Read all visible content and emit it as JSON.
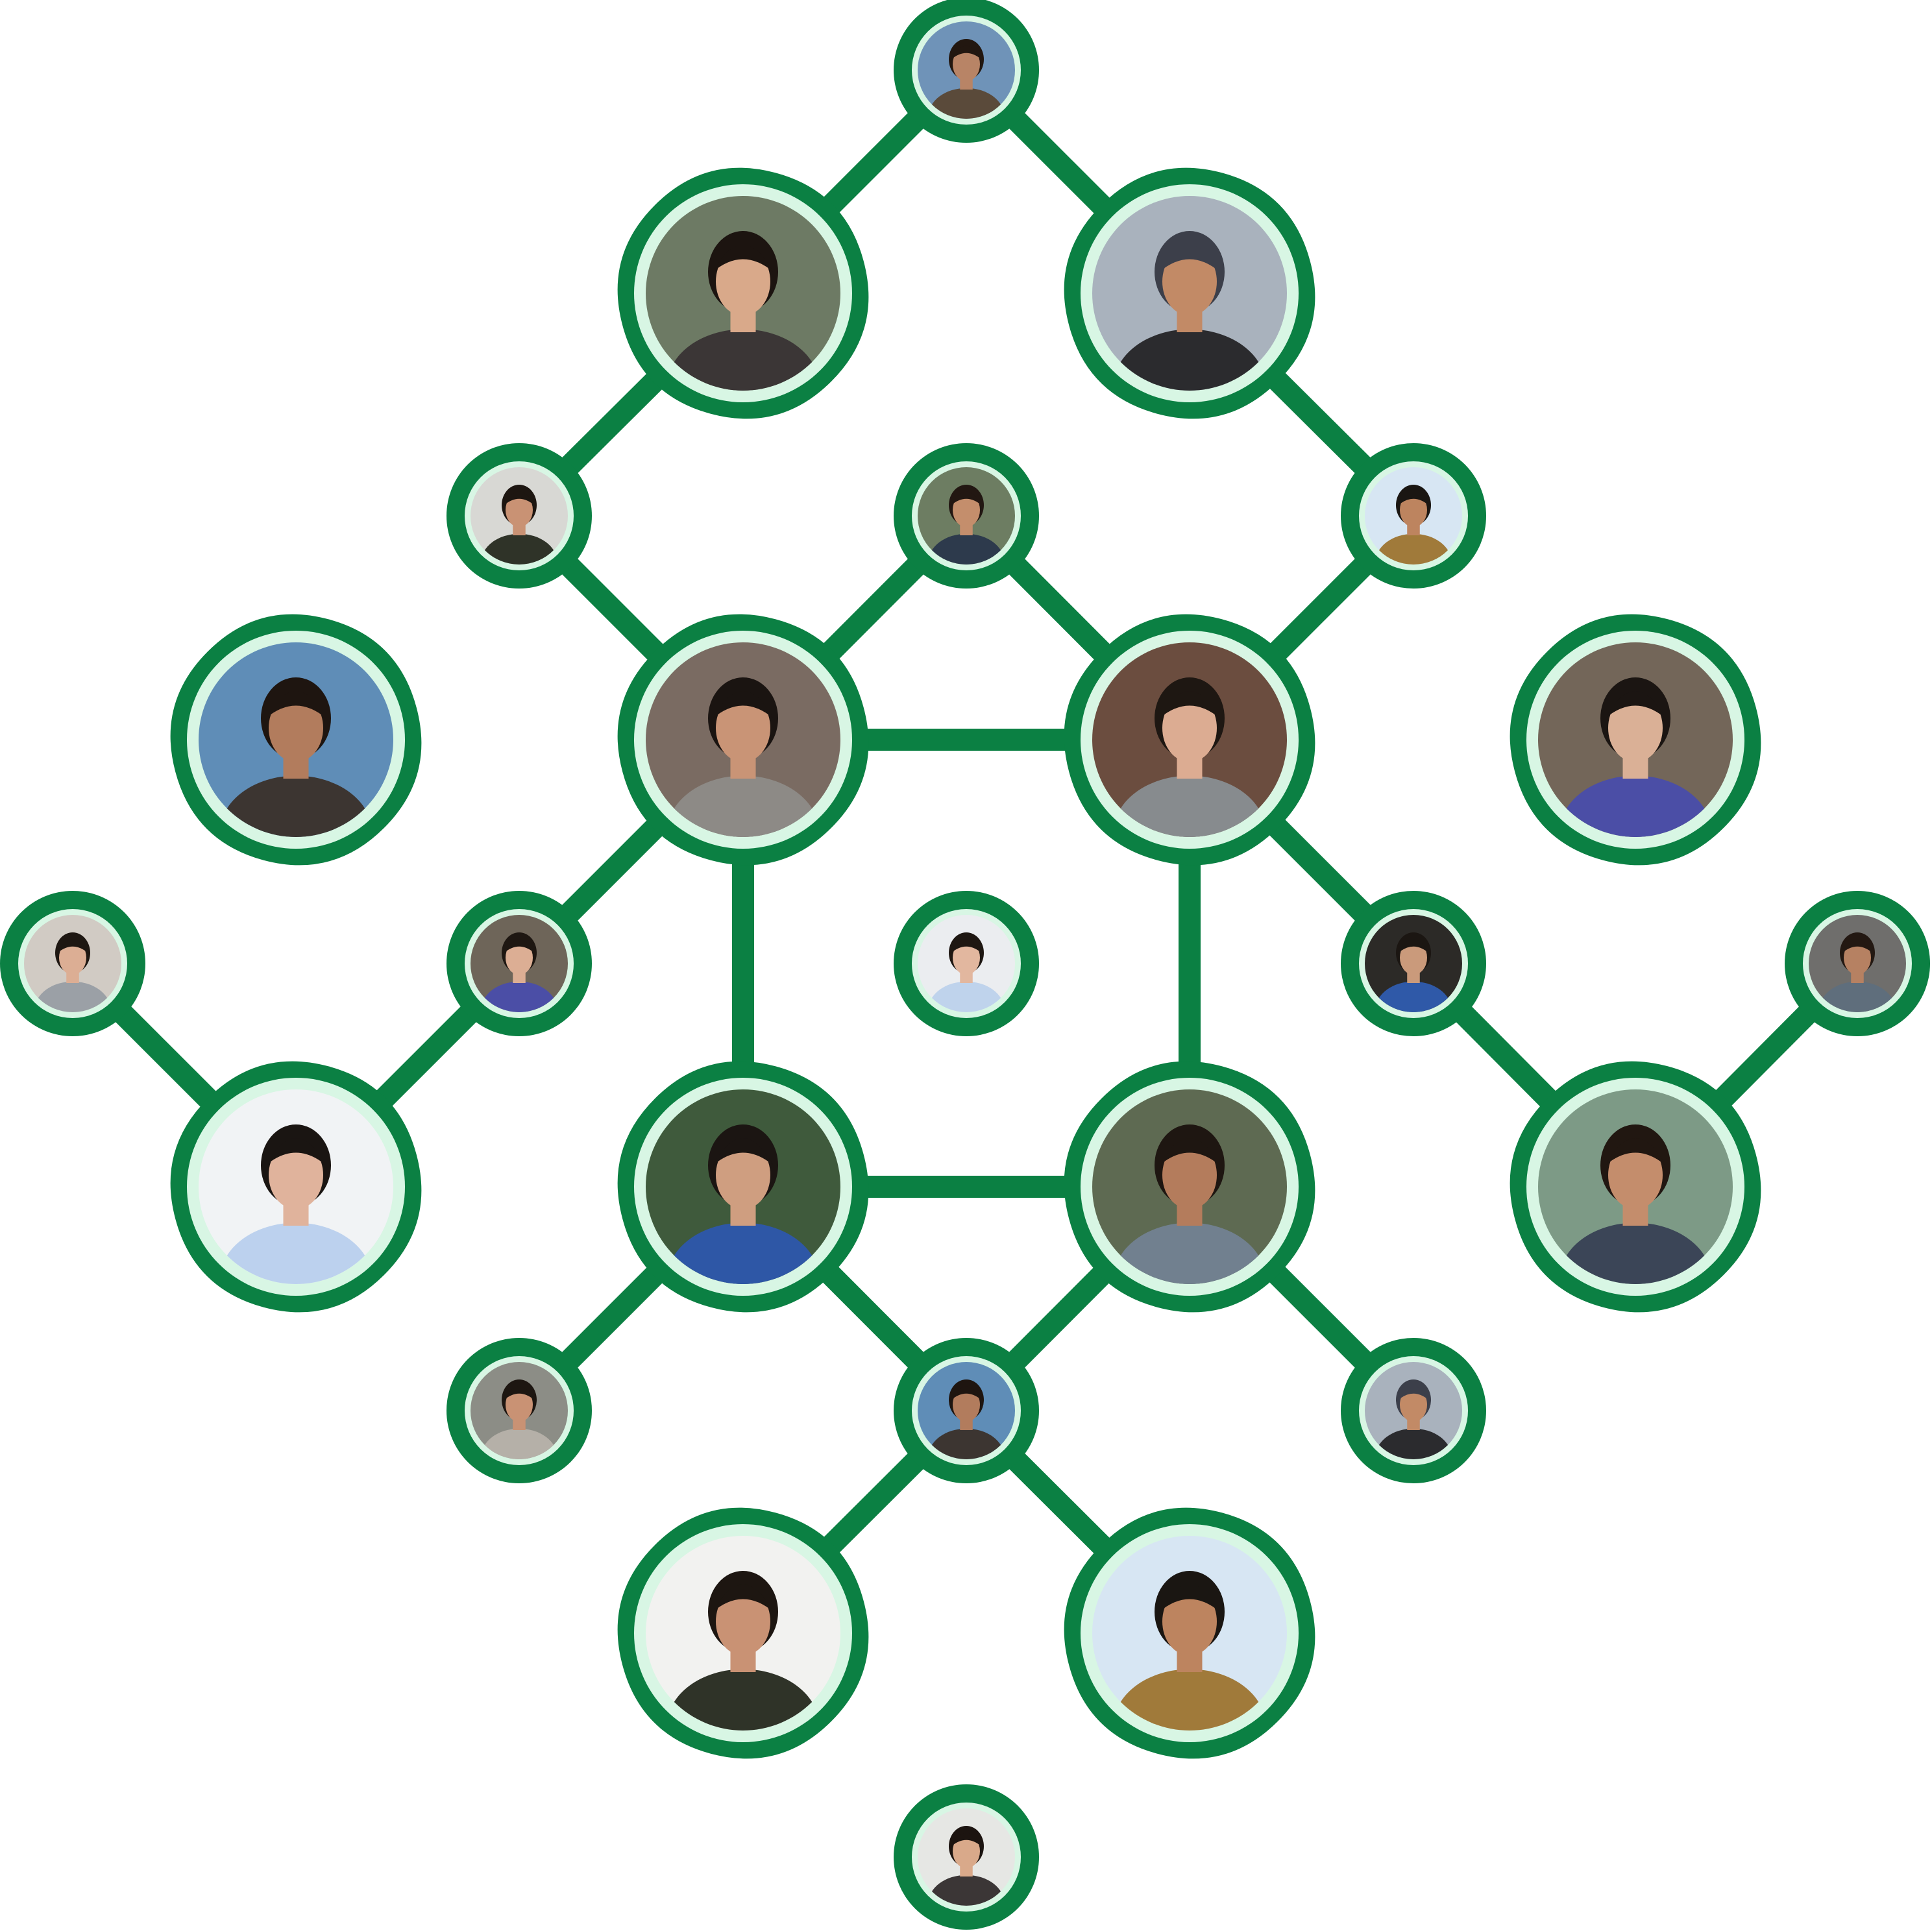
{
  "diagram": {
    "kind": "team-network",
    "background_color": "#ffffff",
    "link_color": "#0b8043",
    "node_frame_color": "#0b8043",
    "photo_ring_color": "#d8f6e4",
    "icon": "person-photo-placeholder",
    "nodes": [
      {
        "id": "n01",
        "size": "small",
        "skin": "#b88466",
        "hair": "#221710",
        "shirt": "#5a4a3a",
        "bg": "#6f93b8"
      },
      {
        "id": "n02",
        "size": "large",
        "skin": "#d9a98a",
        "hair": "#1c1410",
        "shirt": "#3b3636",
        "bg": "#6d7a64"
      },
      {
        "id": "n03",
        "size": "large",
        "skin": "#c28a66",
        "hair": "#3c3f4a",
        "shirt": "#2b2b2e",
        "bg": "#a9b2bd"
      },
      {
        "id": "n04",
        "size": "small",
        "skin": "#c99274",
        "hair": "#1d1611",
        "shirt": "#2f3328",
        "bg": "#d8d8d4"
      },
      {
        "id": "n05",
        "size": "small",
        "skin": "#c48e6c",
        "hair": "#221712",
        "shirt": "#2d3a4c",
        "bg": "#6d7d62"
      },
      {
        "id": "n06",
        "size": "small",
        "skin": "#bd845f",
        "hair": "#1a1612",
        "shirt": "#a07a3a",
        "bg": "#d7e6f3"
      },
      {
        "id": "n07",
        "size": "large",
        "skin": "#b27c5d",
        "hair": "#1e1510",
        "shirt": "#3c3531",
        "bg": "#5f8db7"
      },
      {
        "id": "n08",
        "size": "large",
        "skin": "#c99476",
        "hair": "#1a1411",
        "shirt": "#8d8a86",
        "bg": "#7a6b62"
      },
      {
        "id": "n09",
        "size": "large",
        "skin": "#dcac92",
        "hair": "#1e1712",
        "shirt": "#878b8e",
        "bg": "#6b4d3f"
      },
      {
        "id": "n10",
        "size": "large",
        "skin": "#dab096",
        "hair": "#1b1512",
        "shirt": "#4b4ea6",
        "bg": "#736659"
      },
      {
        "id": "n11",
        "size": "small",
        "skin": "#dcae94",
        "hair": "#1e1712",
        "shirt": "#9ba0a6",
        "bg": "#d1cbc4"
      },
      {
        "id": "n12",
        "size": "small",
        "skin": "#dcae94",
        "hair": "#1e1712",
        "shirt": "#4b4ea6",
        "bg": "#6e6559"
      },
      {
        "id": "n13",
        "size": "small",
        "skin": "#e2b79f",
        "hair": "#1e1712",
        "shirt": "#bfd3ec",
        "bg": "#ebedf0"
      },
      {
        "id": "n14",
        "size": "small",
        "skin": "#ca9a7b",
        "hair": "#1b1612",
        "shirt": "#2f59a8",
        "bg": "#2c2a27"
      },
      {
        "id": "n15",
        "size": "small",
        "skin": "#b68162",
        "hair": "#231812",
        "shirt": "#5f6e7c",
        "bg": "#6f6e6c"
      },
      {
        "id": "n16",
        "size": "large",
        "skin": "#e0b39c",
        "hair": "#1a1512",
        "shirt": "#bcd1ee",
        "bg": "#f1f3f5"
      },
      {
        "id": "n17",
        "size": "large",
        "skin": "#cf9e80",
        "hair": "#1b1512",
        "shirt": "#2e57a6",
        "bg": "#3f5a3c"
      },
      {
        "id": "n18",
        "size": "large",
        "skin": "#b47c5c",
        "hair": "#1e1611",
        "shirt": "#71808f",
        "bg": "#5e6a52"
      },
      {
        "id": "n19",
        "size": "large",
        "skin": "#c48d6c",
        "hair": "#211711",
        "shirt": "#3b4557",
        "bg": "#7d9a86"
      },
      {
        "id": "n20",
        "size": "small",
        "skin": "#c99274",
        "hair": "#1d1611",
        "shirt": "#b5b0a8",
        "bg": "#8c8d86"
      },
      {
        "id": "n21",
        "size": "small",
        "skin": "#b27c5d",
        "hair": "#1e1510",
        "shirt": "#3c3531",
        "bg": "#5f8db7"
      },
      {
        "id": "n22",
        "size": "small",
        "skin": "#c28a66",
        "hair": "#3c3f4a",
        "shirt": "#2b2b2e",
        "bg": "#a9b2bd"
      },
      {
        "id": "n23",
        "size": "large",
        "skin": "#c99274",
        "hair": "#1d1611",
        "shirt": "#2f3328",
        "bg": "#f2f2f0"
      },
      {
        "id": "n24",
        "size": "large",
        "skin": "#bd845f",
        "hair": "#1a1612",
        "shirt": "#a07a3a",
        "bg": "#d7e6f3"
      },
      {
        "id": "n25",
        "size": "small",
        "skin": "#d9a98a",
        "hair": "#1c1410",
        "shirt": "#3b3636",
        "bg": "#e6e7e4"
      }
    ],
    "links": [
      [
        "n01",
        "n02"
      ],
      [
        "n01",
        "n03"
      ],
      [
        "n02",
        "n04"
      ],
      [
        "n03",
        "n06"
      ],
      [
        "n04",
        "n08"
      ],
      [
        "n05",
        "n08"
      ],
      [
        "n05",
        "n09"
      ],
      [
        "n06",
        "n09"
      ],
      [
        "n08",
        "n09"
      ],
      [
        "n08",
        "n17"
      ],
      [
        "n09",
        "n18"
      ],
      [
        "n17",
        "n18"
      ],
      [
        "n08",
        "n12"
      ],
      [
        "n12",
        "n16"
      ],
      [
        "n11",
        "n16"
      ],
      [
        "n09",
        "n14"
      ],
      [
        "n14",
        "n19"
      ],
      [
        "n15",
        "n19"
      ],
      [
        "n17",
        "n20"
      ],
      [
        "n17",
        "n21"
      ],
      [
        "n18",
        "n21"
      ],
      [
        "n18",
        "n22"
      ],
      [
        "n21",
        "n23"
      ],
      [
        "n21",
        "n24"
      ]
    ]
  }
}
